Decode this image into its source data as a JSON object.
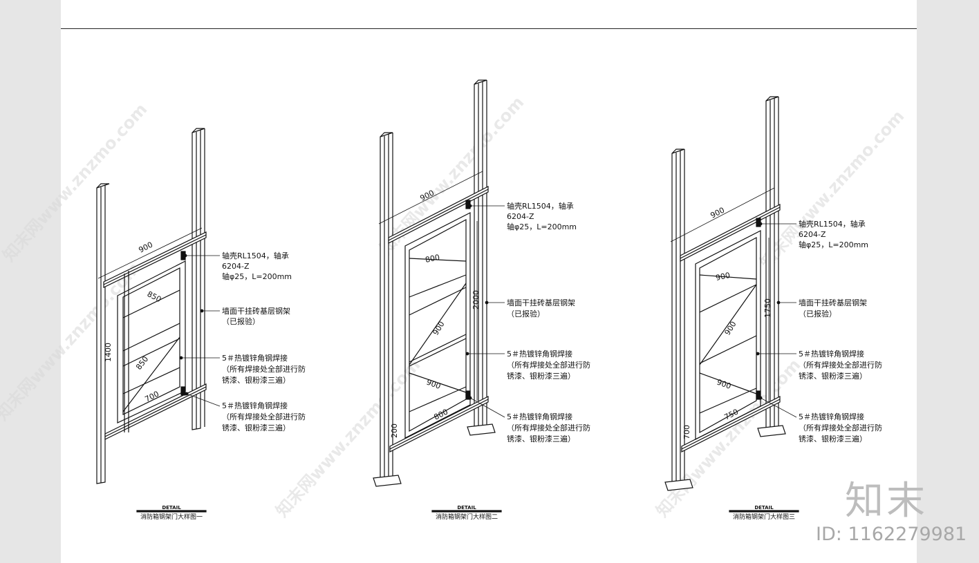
{
  "watermark": {
    "text": "知末网www.znzmo.com",
    "logo": "知末",
    "id_label": "ID: 1162279981"
  },
  "details": [
    {
      "caption_top": "DETAIL",
      "caption_title": "消防箱钢架门大样图一",
      "dims": {
        "width": "900",
        "inner": "850",
        "diag": "850",
        "bottom": "700",
        "height": "1400"
      },
      "callout_bearing": [
        "轴壳RL1504，轴承",
        "6204-Z",
        "轴φ25，L=200mm"
      ],
      "callout_frame": [
        "墙面干挂砖基层钢架",
        "（已报验）"
      ],
      "callout_weld1": [
        "5＃热镀锌角钢焊接",
        "（所有焊接处全部进行防",
        "锈漆、银粉漆三遍）"
      ],
      "callout_weld2": [
        "5＃热镀锌角钢焊接",
        "（所有焊接处全部进行防",
        "锈漆、银粉漆三遍）"
      ]
    },
    {
      "caption_top": "DETAIL",
      "caption_title": "消防箱钢架门大样图二",
      "dims": {
        "width": "900",
        "inner": "800",
        "diag": "900",
        "bottom": "900",
        "bottom2": "800",
        "height": "2000",
        "base": "200"
      },
      "callout_bearing": [
        "轴壳RL1504，轴承",
        "6204-Z",
        "轴φ25，L=200mm"
      ],
      "callout_frame": [
        "墙面干挂砖基层钢架",
        "（已报验）"
      ],
      "callout_weld1": [
        "5＃热镀锌角钢焊接",
        "（所有焊接处全部进行防",
        "锈漆、银粉漆三遍）"
      ],
      "callout_weld2": [
        "5＃热镀锌角钢焊接",
        "（所有焊接处全部进行防",
        "锈漆、银粉漆三遍）"
      ]
    },
    {
      "caption_top": "DETAIL",
      "caption_title": "消防箱钢架门大样图三",
      "dims": {
        "width": "900",
        "inner": "900",
        "diag": "900",
        "bottom": "900",
        "bottom2": "750",
        "height": "1750",
        "base": "700"
      },
      "callout_bearing": [
        "轴壳RL1504，轴承",
        "6204-Z",
        "轴φ25，L=200mm"
      ],
      "callout_frame": [
        "墙面干挂砖基层钢架",
        "（已报验）"
      ],
      "callout_weld1": [
        "5＃热镀锌角钢焊接",
        "（所有焊接处全部进行防",
        "锈漆、银粉漆三遍）"
      ],
      "callout_weld2": [
        "5＃热镀锌角钢焊接",
        "（所有焊接处全部进行防",
        "锈漆、银粉漆三遍）"
      ]
    }
  ]
}
